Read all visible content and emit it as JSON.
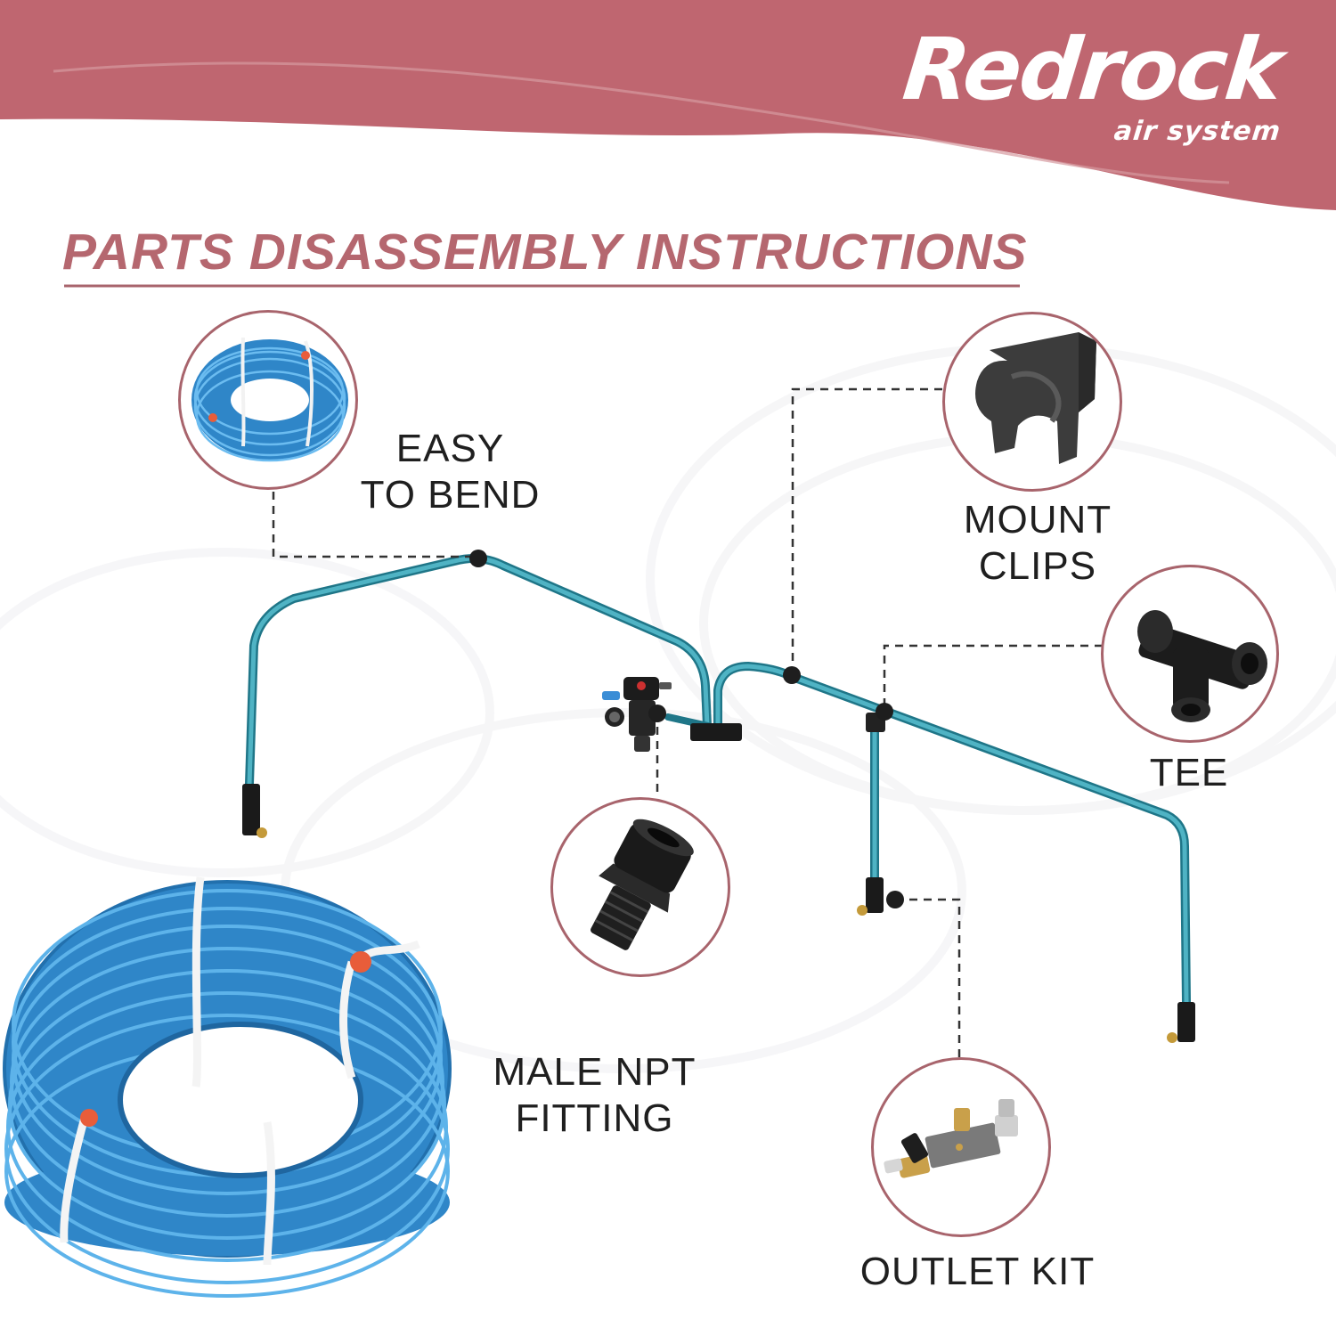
{
  "brand": {
    "name": "Redrock",
    "tagline": "air system"
  },
  "title": "PARTS DISASSEMBLY INSTRUCTIONS",
  "labels": {
    "easy_to_bend": [
      "EASY",
      "TO BEND"
    ],
    "mount_clips": [
      "MOUNT",
      "CLIPS"
    ],
    "tee": "TEE",
    "male_npt": [
      "MALE NPT",
      "FITTING"
    ],
    "outlet_kit": "OUTLET KIT"
  },
  "colors": {
    "header": "#bf6670",
    "accent": "#a8646c",
    "hose": "#3a9ad9",
    "pipe": "#2f8fa0"
  }
}
